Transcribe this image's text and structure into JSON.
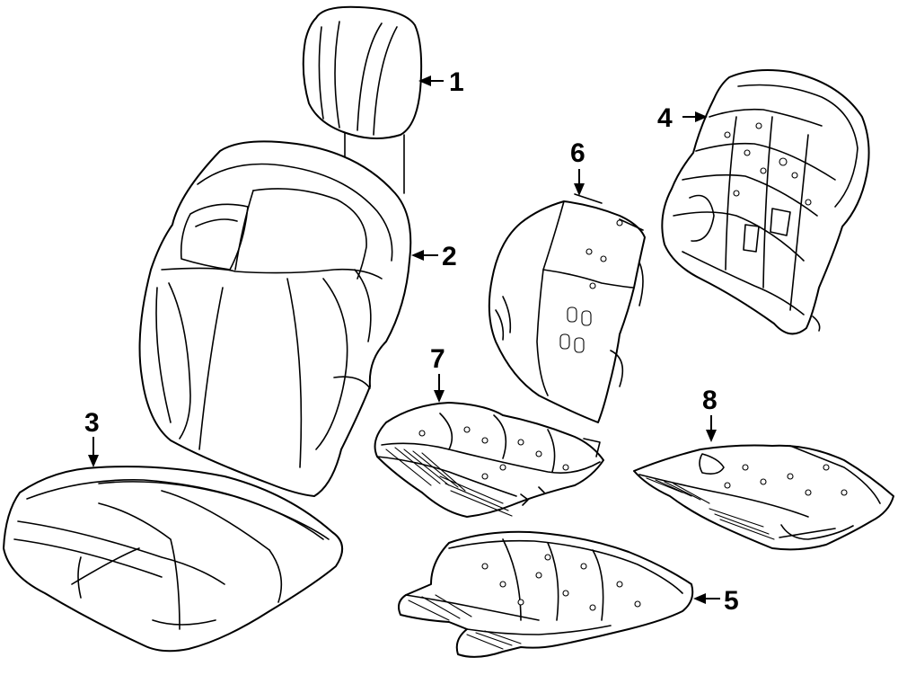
{
  "callouts": [
    {
      "key": "1",
      "label": "1"
    },
    {
      "key": "2",
      "label": "2"
    },
    {
      "key": "3",
      "label": "3"
    },
    {
      "key": "4",
      "label": "4"
    },
    {
      "key": "5",
      "label": "5"
    },
    {
      "key": "6",
      "label": "6"
    },
    {
      "key": "7",
      "label": "7"
    },
    {
      "key": "8",
      "label": "8"
    }
  ],
  "colors": {
    "line": "#000000",
    "background": "#ffffff"
  }
}
